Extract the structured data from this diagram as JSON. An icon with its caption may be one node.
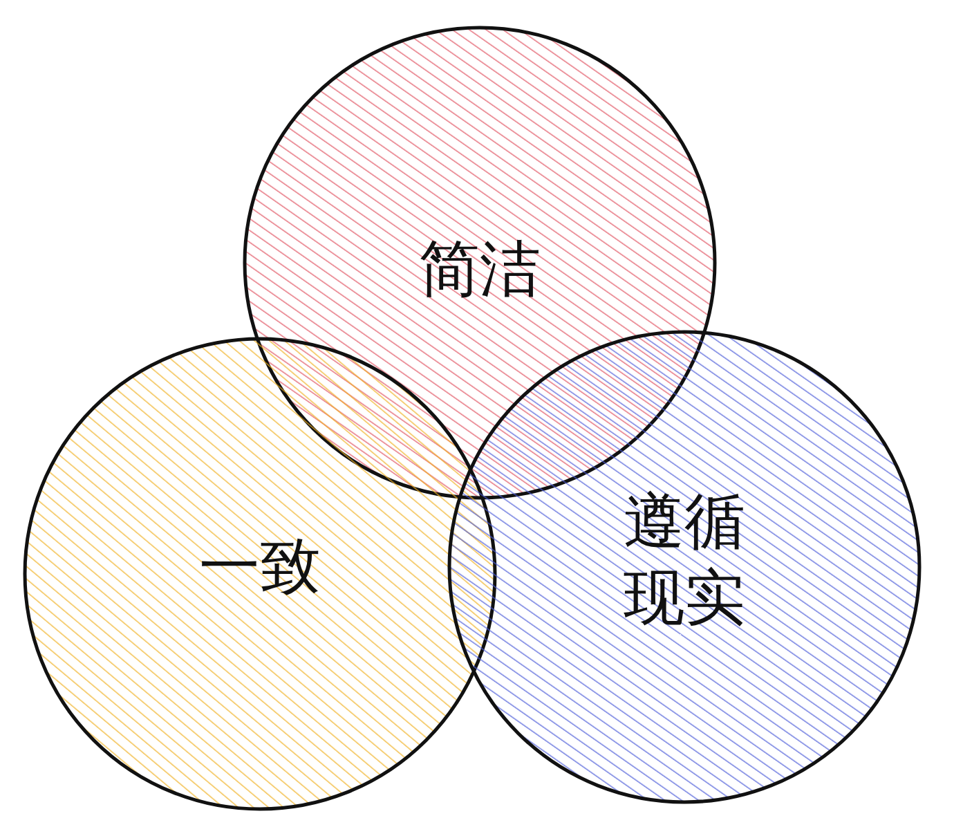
{
  "diagram": {
    "nodes": [
      {
        "text": [
          "简洁"
        ]
      },
      {
        "text": [
          "一致"
        ]
      },
      {
        "text": [
          "遵循现实"
        ]
      }
    ]
  }
}
